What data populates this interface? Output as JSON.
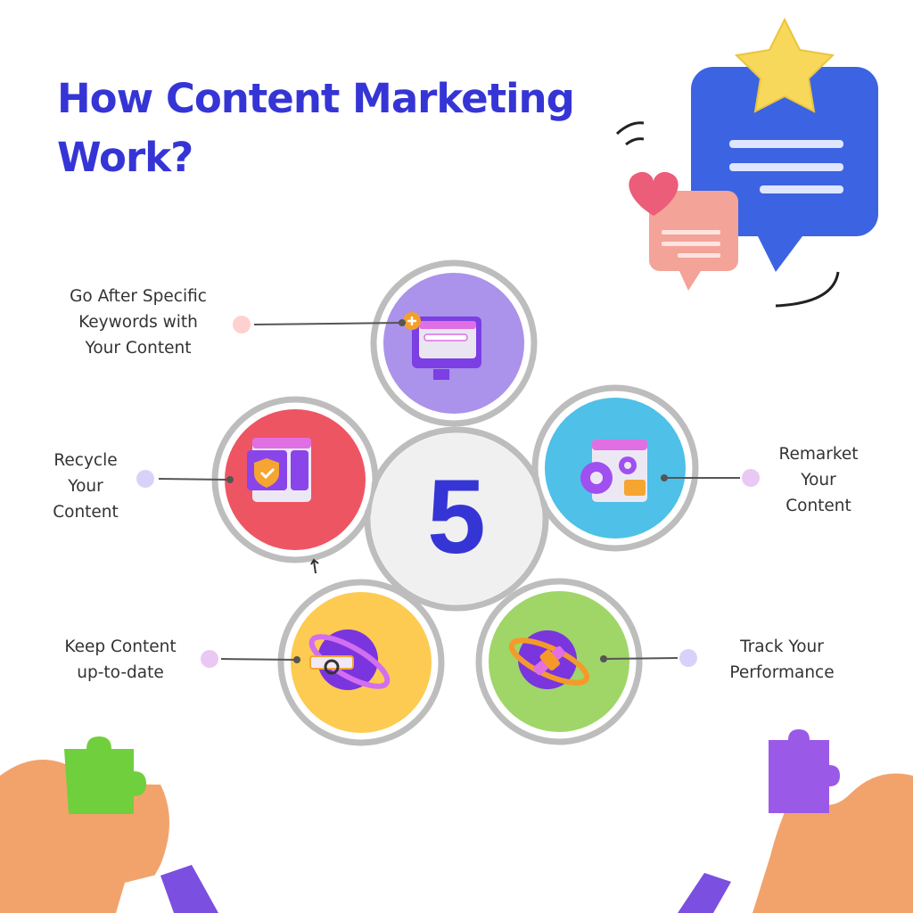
{
  "title": "How Content Marketing Work?",
  "center_number": "5",
  "steps": [
    {
      "label_lines": [
        "Go After Specific",
        "Keywords with",
        "Your Content"
      ],
      "color": "#ab92ea",
      "icon": "monitor-browser-icon",
      "dot_color": "#ffd0d0"
    },
    {
      "label_lines": [
        "Recycle",
        "Your",
        "Content"
      ],
      "color": "#ee5563",
      "icon": "shield-browser-icon",
      "dot_color": "#d8d2fb"
    },
    {
      "label_lines": [
        "Remarket",
        "Your",
        "Content"
      ],
      "color": "#4fc0e8",
      "icon": "gear-browser-icon",
      "dot_color": "#eac8f4"
    },
    {
      "label_lines": [
        "Keep Content",
        "up-to-date"
      ],
      "color": "#fdcb52",
      "icon": "planet-search-icon",
      "dot_color": "#eac8f4"
    },
    {
      "label_lines": [
        "Track Your",
        "Performance"
      ],
      "color": "#a0d568",
      "icon": "planet-satellite-icon",
      "dot_color": "#d8d2fb"
    }
  ],
  "colors": {
    "accent": "#3535d6",
    "ring": "#bdbdbd",
    "center_fill": "#f0f0f0"
  }
}
